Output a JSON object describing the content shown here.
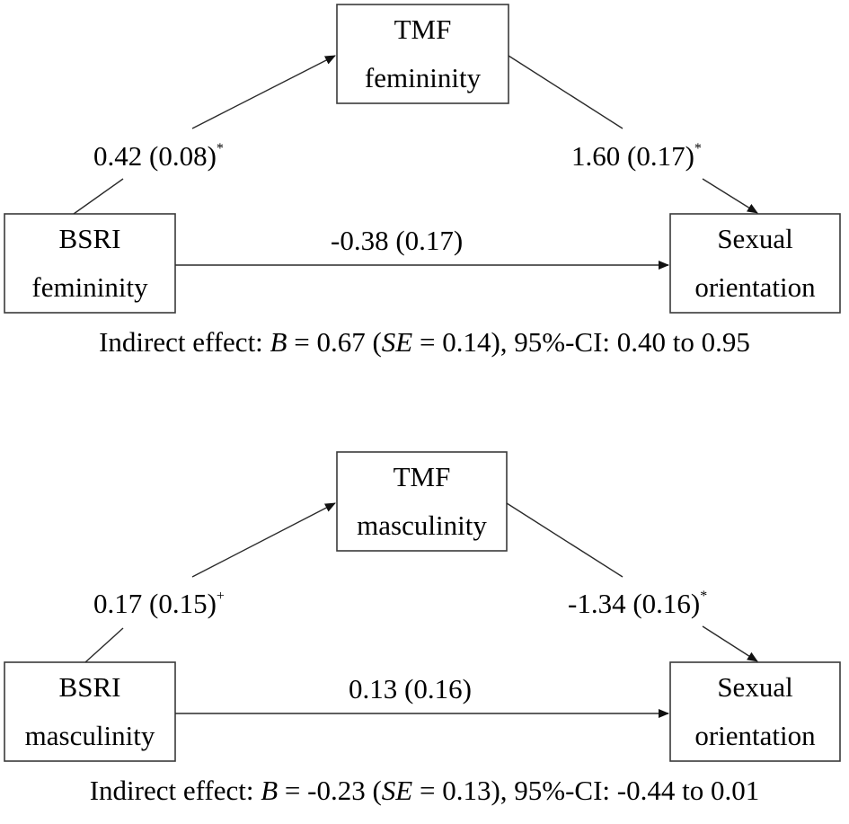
{
  "diagrams": [
    {
      "mediator": {
        "line1": "TMF",
        "line2": "femininity"
      },
      "predictor": {
        "line1": "BSRI",
        "line2": "femininity"
      },
      "outcome": {
        "line1": "Sexual",
        "line2": "orientation"
      },
      "path_a": {
        "coef": "0.42 (0.08)",
        "sig": "*"
      },
      "path_b": {
        "coef": "1.60 (0.17)",
        "sig": "*"
      },
      "path_c": {
        "coef": "-0.38 (0.17)",
        "sig": ""
      },
      "indirect": {
        "prefix": "Indirect effect: ",
        "b_label": "B",
        "b_value": " = 0.67 (",
        "se_label": "SE",
        "se_value": " = 0.14), 95%-CI: 0.40 to 0.95"
      }
    },
    {
      "mediator": {
        "line1": "TMF",
        "line2": "masculinity"
      },
      "predictor": {
        "line1": "BSRI",
        "line2": "masculinity"
      },
      "outcome": {
        "line1": "Sexual",
        "line2": "orientation"
      },
      "path_a": {
        "coef": "0.17 (0.15)",
        "sig": "+"
      },
      "path_b": {
        "coef": "-1.34 (0.16)",
        "sig": "*"
      },
      "path_c": {
        "coef": "0.13 (0.16)",
        "sig": ""
      },
      "indirect": {
        "prefix": "Indirect effect: ",
        "b_label": "B",
        "b_value": " = -0.23 (",
        "se_label": "SE",
        "se_value": " = 0.13), 95%-CI: -0.44 to 0.01"
      }
    }
  ],
  "colors": {
    "stroke": "#2a2a2a",
    "text": "#000000",
    "background": "#ffffff"
  }
}
